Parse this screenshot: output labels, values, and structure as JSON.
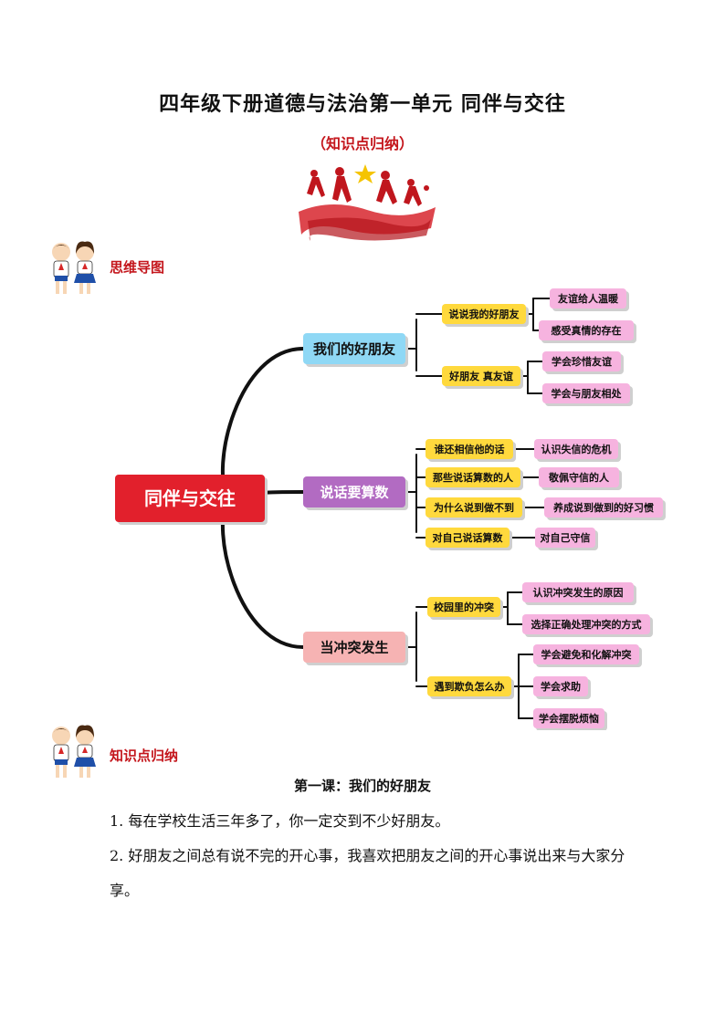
{
  "header": {
    "title": "四年级下册道德与法治第一单元  同伴与交往",
    "subtitle": "（知识点归纳）"
  },
  "sections": {
    "mindmap_label": "思维导图",
    "knowledge_label": "知识点归纳"
  },
  "colors": {
    "root": "#e2202c",
    "branch1": "#8fd8f5",
    "branch2": "#b26bc2",
    "branch3": "#f6b3b3",
    "level2": "#ffd93d",
    "level3": "#f6b3df",
    "line": "#111111"
  },
  "mindmap": {
    "root": "同伴与交往",
    "branches": [
      {
        "label": "我们的好朋友",
        "children": [
          {
            "label": "说说我的好朋友",
            "leaves": [
              "友谊给人温暖",
              "感受真情的存在"
            ]
          },
          {
            "label": "好朋友  真友谊",
            "leaves": [
              "学会珍惜友谊",
              "学会与朋友相处"
            ]
          }
        ]
      },
      {
        "label": "说话要算数",
        "children": [
          {
            "label": "谁还相信他的话",
            "leaves": [
              "认识失信的危机"
            ]
          },
          {
            "label": "那些说话算数的人",
            "leaves": [
              "敬佩守信的人"
            ]
          },
          {
            "label": "为什么说到做不到",
            "leaves": [
              "养成说到做到的好习惯"
            ]
          },
          {
            "label": "对自己说话算数",
            "leaves": [
              "对自己守信"
            ]
          }
        ]
      },
      {
        "label": "当冲突发生",
        "children": [
          {
            "label": "校园里的冲突",
            "leaves": [
              "认识冲突发生的原因",
              "选择正确处理冲突的方式"
            ]
          },
          {
            "label": "遇到欺负怎么办",
            "leaves": [
              "学会避免和化解冲突",
              "学会求助",
              "学会摆脱烦恼"
            ]
          }
        ]
      }
    ]
  },
  "content": {
    "lesson_title": "第一课：我们的好朋友",
    "paragraphs": [
      "1. 每在学校生活三年多了，你一定交到不少好朋友。",
      "2. 好朋友之间总有说不完的开心事，我喜欢把朋友之间的开心事说出来与大家分享。"
    ]
  }
}
